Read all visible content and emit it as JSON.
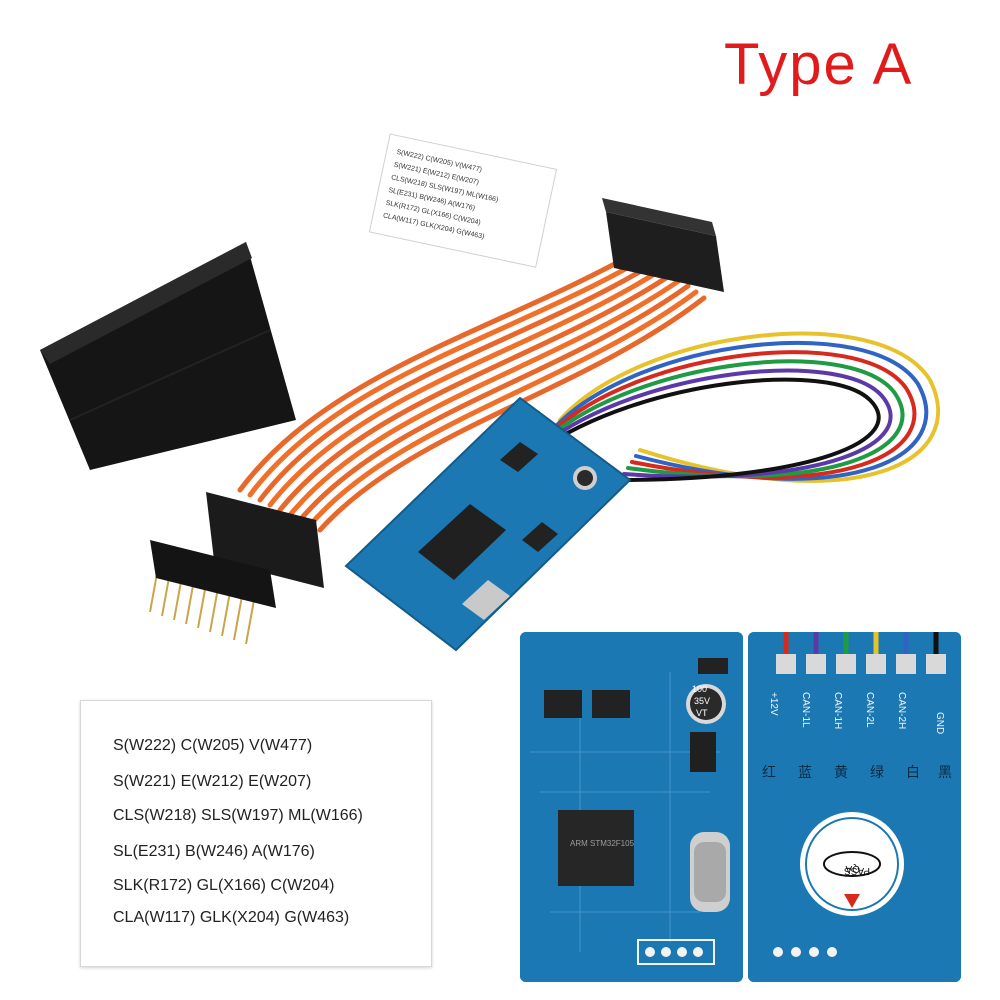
{
  "title": "Type A",
  "card": {
    "lines": [
      "S(W222) C(W205) V(W477)",
      "S(W221) E(W212) E(W207)",
      "CLS(W218) SLS(W197) ML(W166)",
      "SL(E231) B(W246) A(W176)",
      "SLK(R172) GL(X166) C(W204)",
      "CLA(W117) GLK(X204) G(W463)"
    ]
  },
  "board_back": {
    "pins": [
      "+12V",
      "CAN-1L",
      "CAN-1H",
      "CAN-2L",
      "CAN-2H",
      "GND"
    ],
    "wire_colors": [
      "#d62a1f",
      "#5b3aa8",
      "#1f9a45",
      "#e7c22a",
      "#2f63c4",
      "#111111"
    ],
    "chinese_labels": [
      "红",
      "蓝",
      "黄",
      "绿",
      "白",
      "黑"
    ],
    "stamp_text": "PASS",
    "stamp_sub": "QA"
  },
  "board_front": {
    "capacitor": [
      "100",
      "35V",
      "VT"
    ],
    "chip_text": "ARM STM32F105"
  },
  "colors": {
    "title": "#e11b1b",
    "pcb": "#1c78b3",
    "ribbon": "#f0702a",
    "heat_shrink": "#151515"
  }
}
